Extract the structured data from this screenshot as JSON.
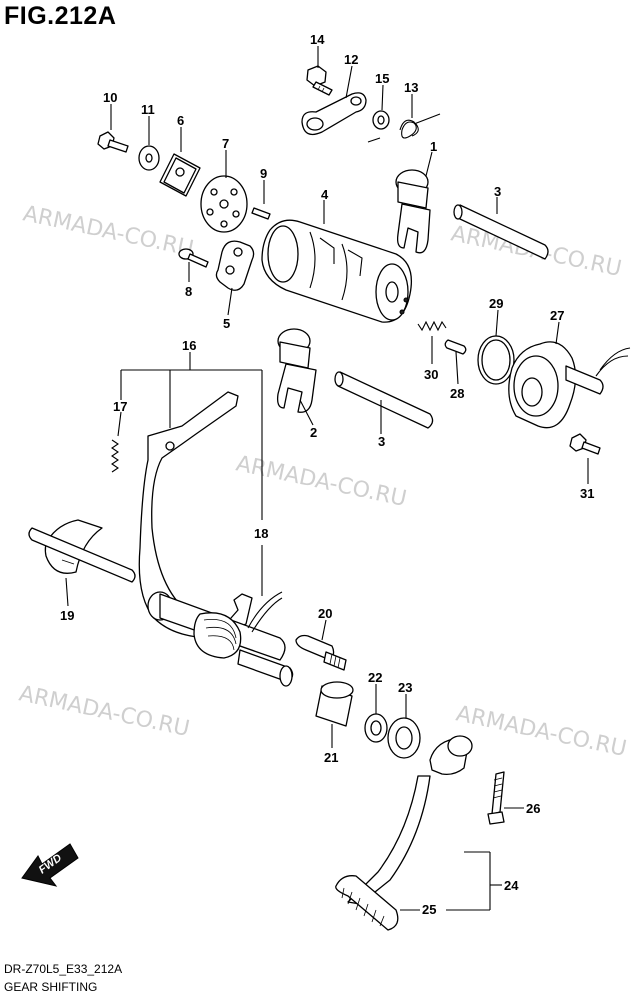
{
  "figure_title": "FIG.212A",
  "diagram_code": "DR-Z70L5_E33_212A",
  "group_title": "GEAR SHIFTING",
  "direction_label": "FWD",
  "watermark_text": "ARMADA-CO.RU",
  "callouts": {
    "p1": "1",
    "p2": "2",
    "p3a": "3",
    "p3b": "3",
    "p4": "4",
    "p5": "5",
    "p6": "6",
    "p7": "7",
    "p8": "8",
    "p9": "9",
    "p10": "10",
    "p11": "11",
    "p12": "12",
    "p13": "13",
    "p14": "14",
    "p15": "15",
    "p16": "16",
    "p17": "17",
    "p18": "18",
    "p19": "19",
    "p20": "20",
    "p21": "21",
    "p22": "22",
    "p23": "23",
    "p24": "24",
    "p25": "25",
    "p26": "26",
    "p27": "27",
    "p28": "28",
    "p29": "29",
    "p30": "30",
    "p31": "31"
  },
  "colors": {
    "ink": "#000000",
    "watermark": "#cfcfcf",
    "background": "#ffffff"
  }
}
